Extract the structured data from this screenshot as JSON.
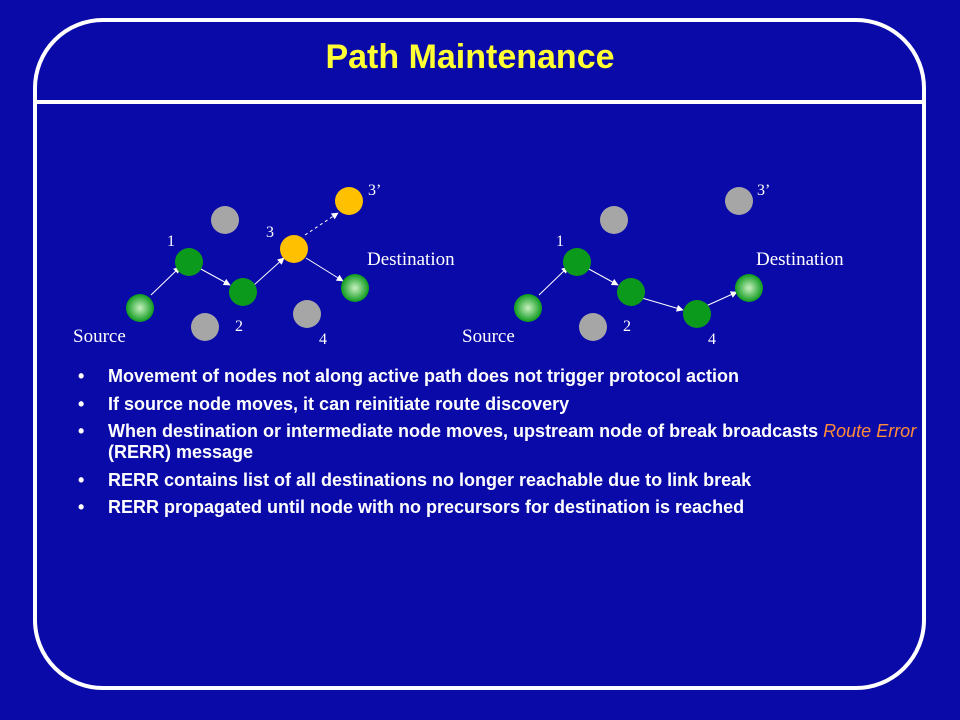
{
  "slide": {
    "title": "Path Maintenance"
  },
  "diagram_left": {
    "label_source": "Source",
    "label_destination": "Destination",
    "label_1": "1",
    "label_2": "2",
    "label_3": "3",
    "label_3p": "3’",
    "label_4": "4"
  },
  "diagram_right": {
    "label_source": "Source",
    "label_destination": "Destination",
    "label_1": "1",
    "label_2": "2",
    "label_3p": "3’",
    "label_4": "4"
  },
  "colors": {
    "background": "#0a0aa8",
    "title": "#ffff33",
    "node_active": "#0c9a1c",
    "node_idle": "#a6a6a6",
    "node_moved": "#ffc000",
    "highlight": "#ff8c3a"
  },
  "bullets": {
    "b1": "Movement of nodes not along active path does not trigger protocol action",
    "b2": "If source node moves, it can reinitiate route discovery",
    "b3_pre": "When destination or intermediate node moves, upstream node of break broadcasts ",
    "b3_hl": "Route Error",
    "b3_post": " (RERR) message",
    "b4": "RERR contains list of all destinations no longer reachable due to link break",
    "b5": "RERR propagated until node with no precursors for destination is reached",
    "marker": "•"
  }
}
